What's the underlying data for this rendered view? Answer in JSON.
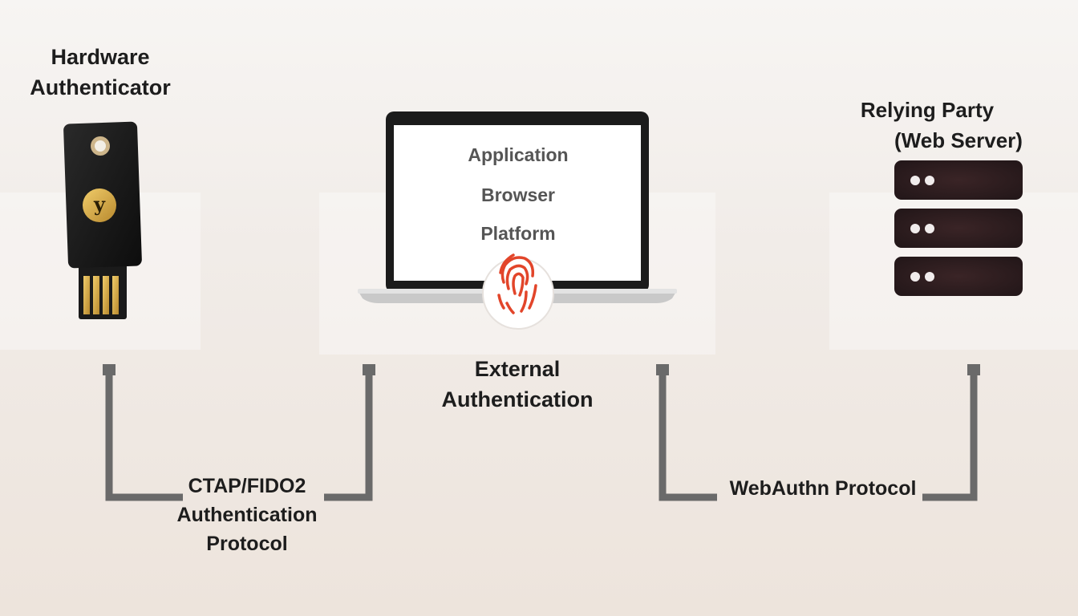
{
  "hardware_authenticator": {
    "title_line1": "Hardware",
    "title_line2": "Authenticator",
    "key_logo": "y",
    "key_icon": "security-key-icon"
  },
  "client": {
    "screen_items": [
      "Application",
      "Browser",
      "Platform"
    ],
    "fingerprint_icon": "fingerprint-icon",
    "caption_line1": "External",
    "caption_line2": "Authentication"
  },
  "relying_party": {
    "title_line1": "Relying Party",
    "title_line2": "(Web Server)",
    "server_icon": "server-rack-icon"
  },
  "protocols": {
    "ctap_line1": "CTAP/FIDO2",
    "ctap_line2": "Authentication",
    "ctap_line3": "Protocol",
    "webauthn": "WebAuthn Protocol"
  },
  "colors": {
    "connector": "#6a6a6a",
    "server": "#2b1c1e",
    "fingerprint": "#e2452a",
    "key_gold": "#d9b04a"
  }
}
